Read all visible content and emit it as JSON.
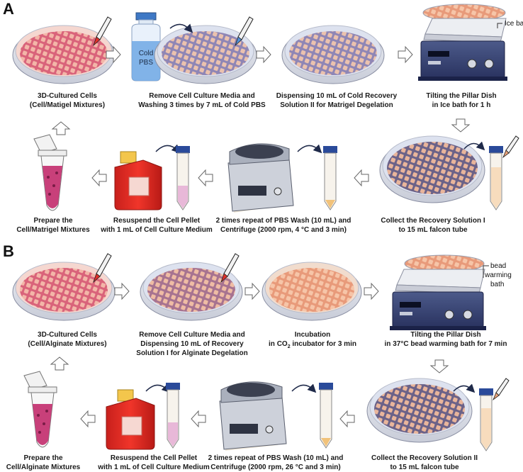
{
  "panelA": {
    "label": "A",
    "row1": [
      {
        "l1": "3D-Cultured Cells",
        "l2": "(Cell/Matigel Mixtures)"
      },
      {
        "l1": "Remove Cell Culture Media and",
        "l2": "Washing 3 times by 7 mL of Cold PBS"
      },
      {
        "l1": "Dispensing 10 mL of Cold Recovery",
        "l2": "Solution II for Matrigel Degelation"
      },
      {
        "l1": "Tilting the Pillar Dish",
        "l2": "in Ice bath for 1 h"
      }
    ],
    "row2": [
      {
        "l1": "Collect the Recovery Solution I",
        "l2": "to 15 mL falcon tube"
      },
      {
        "l1": "2 times repeat of PBS Wash (10 mL) and",
        "l2": "Centrifuge (2000 rpm, 4 °C and 3 min)"
      },
      {
        "l1": "Resuspend the Cell Pellet",
        "l2": "with 1 mL of Cell Culture Medium"
      },
      {
        "l1": "Prepare the",
        "l2": "Cell/Matrigel Mixtures"
      }
    ],
    "bottle_label_1": "Cold",
    "bottle_label_2": "PBS",
    "bath_label": "Ice bath"
  },
  "panelB": {
    "label": "B",
    "row1": [
      {
        "l1": "3D-Cultured Cells",
        "l2": "(Cell/Alginate Mixtures)"
      },
      {
        "l1": "Remove Cell Culture Media and",
        "l2": "Dispensing 10 mL of Recovery",
        "l3": "Solution I for Alginate Degelation"
      },
      {
        "l1": "Incubation",
        "l2_pre": "in CO",
        "l2_sub": "2",
        "l2_post": " incubator for 3 min"
      },
      {
        "l1": "Tilting the Pillar Dish",
        "l2": "in 37°C bead warming bath for 7 min"
      }
    ],
    "row2": [
      {
        "l1": "Collect the Recovery Solution II",
        "l2": "to 15 mL falcon tube"
      },
      {
        "l1": "2 times repeat of PBS Wash (10 mL) and",
        "l2": "Centrifuge (2000 rpm, 26 °C and 3 min)"
      },
      {
        "l1": "Resuspend the Cell Pellet",
        "l2": "with 1 mL of Cell Culture Medium"
      },
      {
        "l1": "Prepare the",
        "l2": "Cell/Alginate Mixtures"
      }
    ],
    "bath_label_1": "bead",
    "bath_label_2": "warming",
    "bath_label_3": "bath"
  }
}
